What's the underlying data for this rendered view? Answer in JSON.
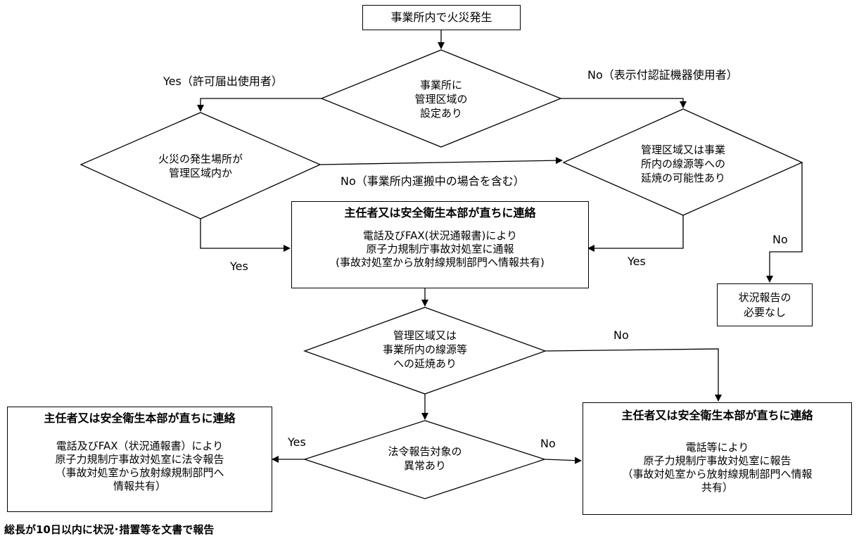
{
  "nodes": {
    "start": "事業所内で火災発生",
    "d_area_setting": [
      "事業所に",
      "管理区域の",
      "設定あり"
    ],
    "d_fire_location": [
      "火災の発生場所が",
      "管理区域内か"
    ],
    "d_spread_possibility": [
      "管理区域又は事業",
      "所内の線源等への",
      "延焼の可能性あり"
    ],
    "report_box_1": {
      "title": "主任者又は安全衛生本部が直ちに連絡",
      "lines": [
        "電話及びFAX(状況通報書)により",
        "原子力規制庁事故対処室に通報",
        "(事故対処室から放射線規制部門へ情報共有)"
      ]
    },
    "no_report": [
      "状況報告の",
      "必要なし"
    ],
    "d_spread_occurred": [
      "管理区域又は",
      "事業所内の線源等",
      "への延焼あり"
    ],
    "d_legal_abnormal": [
      "法令報告対象の",
      "異常あり"
    ],
    "report_box_legal": {
      "title": "主任者又は安全衛生本部が直ちに連絡",
      "lines": [
        "電話及びFAX（状況通報書）により",
        "原子力規制庁事故対処室に法令報告",
        "（事故対処室から放射線規制部門へ",
        "情報共有）"
      ]
    },
    "report_box_phone": {
      "title": "主任者又は安全衛生本部が直ちに連絡",
      "lines": [
        "電話等により",
        "原子力規制庁事故対処室に報告",
        "（事故対処室から放射線規制部門へ情報",
        "共有）"
      ]
    }
  },
  "labels": {
    "yes_licensed": "Yes（許可届出使用者）",
    "no_certified": "No（表示付認証機器使用者）",
    "no_transport": "No（事業所内運搬中の場合を含む）",
    "yes_left": "Yes",
    "yes_right": "Yes",
    "no_right_branch": "No",
    "no_spread": "No",
    "yes_legal": "Yes",
    "no_legal": "No"
  },
  "footer": "総長が10日以内に状況･措置等を文書で報告"
}
